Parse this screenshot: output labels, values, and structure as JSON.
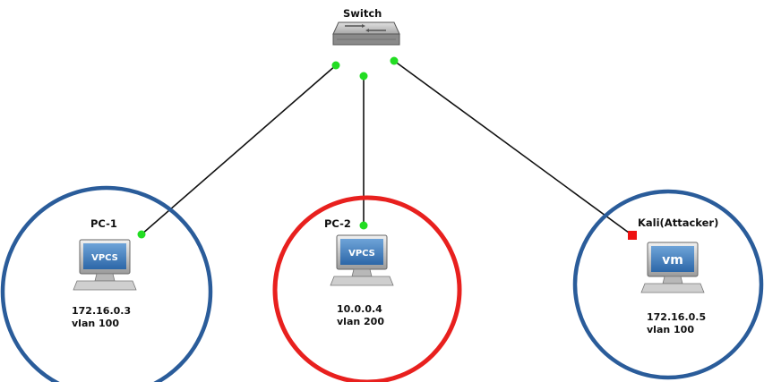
{
  "switch": {
    "label": "Switch"
  },
  "nodes": [
    {
      "id": "pc1",
      "name": "PC-1",
      "screen_text": "VPCS",
      "ip": "172.16.0.3",
      "vlan": "vlan 100",
      "ring_color": "#2a5c9a",
      "link_status": "up"
    },
    {
      "id": "pc2",
      "name": "PC-2",
      "screen_text": "VPCS",
      "ip": "10.0.0.4",
      "vlan": "vlan 200",
      "ring_color": "#e8201e",
      "link_status": "up"
    },
    {
      "id": "kali",
      "name": "Kali(Attacker)",
      "screen_text": "vm",
      "ip": "172.16.0.5",
      "vlan": "vlan 100",
      "ring_color": "#2a5c9a",
      "link_status": "down"
    }
  ],
  "colors": {
    "link_up": "#22dd22",
    "link_down": "#ee1111",
    "link_line": "#111111",
    "monitor_screen": "#3f7fc2"
  }
}
